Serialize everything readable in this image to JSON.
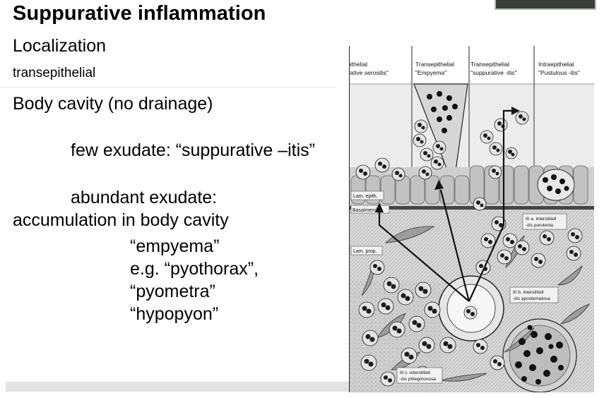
{
  "slide": {
    "title": "Suppurative inflammation",
    "lines": [
      "Localization",
      "transepithelial",
      "Body cavity (no drainage)",
      "few exudate: “suppurative –itis”",
      "abundant exudate:",
      "accumulation in body cavity",
      "“empyema”",
      "e.g. “pyothorax”,",
      "“pyometra”",
      "“hypopyon”"
    ]
  },
  "figure": {
    "columns": [
      {
        "line1": "Transepithelial",
        "line2": "\"Suppurative serositis\""
      },
      {
        "line1": "Transepithelial",
        "line2": "\"Empyema\""
      },
      {
        "line1": "Transepithelial",
        "line2": "\"suppurative -itis\""
      },
      {
        "line1": "Intraepithelial",
        "line2": "\"Pustulous -itis\""
      }
    ],
    "layer_labels": {
      "epithelium": "Lam. epith.",
      "basement_membrane": "Basalmembr.",
      "propria": "Lam. prop."
    },
    "box_labels": {
      "purulenta_1": "III a. interstitiell",
      "purulenta_2": "-itis purulenta",
      "apostematosa_1": "III b. interstitiell",
      "apostematosa_2": "-itis apostematosa",
      "phlegmonosa_1": "III c. interstitiell",
      "phlegmonosa_2": "-itis phlegmonosa"
    }
  }
}
